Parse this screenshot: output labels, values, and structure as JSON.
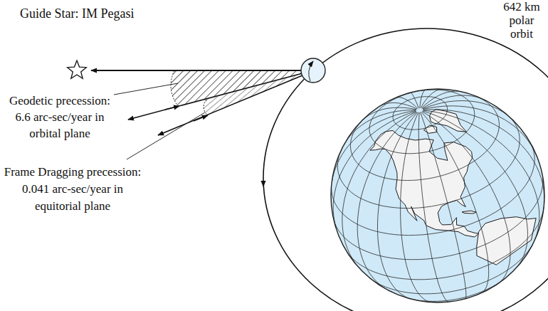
{
  "diagram": {
    "labels": [
      "Guide Star: IM Pegasi",
      "642 km polar orbit",
      "Geodetic precession: 6.6 arc-sec/year in orbital plane",
      "Frame Dragging precession: 0.041 arc-sec/year in equitorial plane"
    ]
  }
}
